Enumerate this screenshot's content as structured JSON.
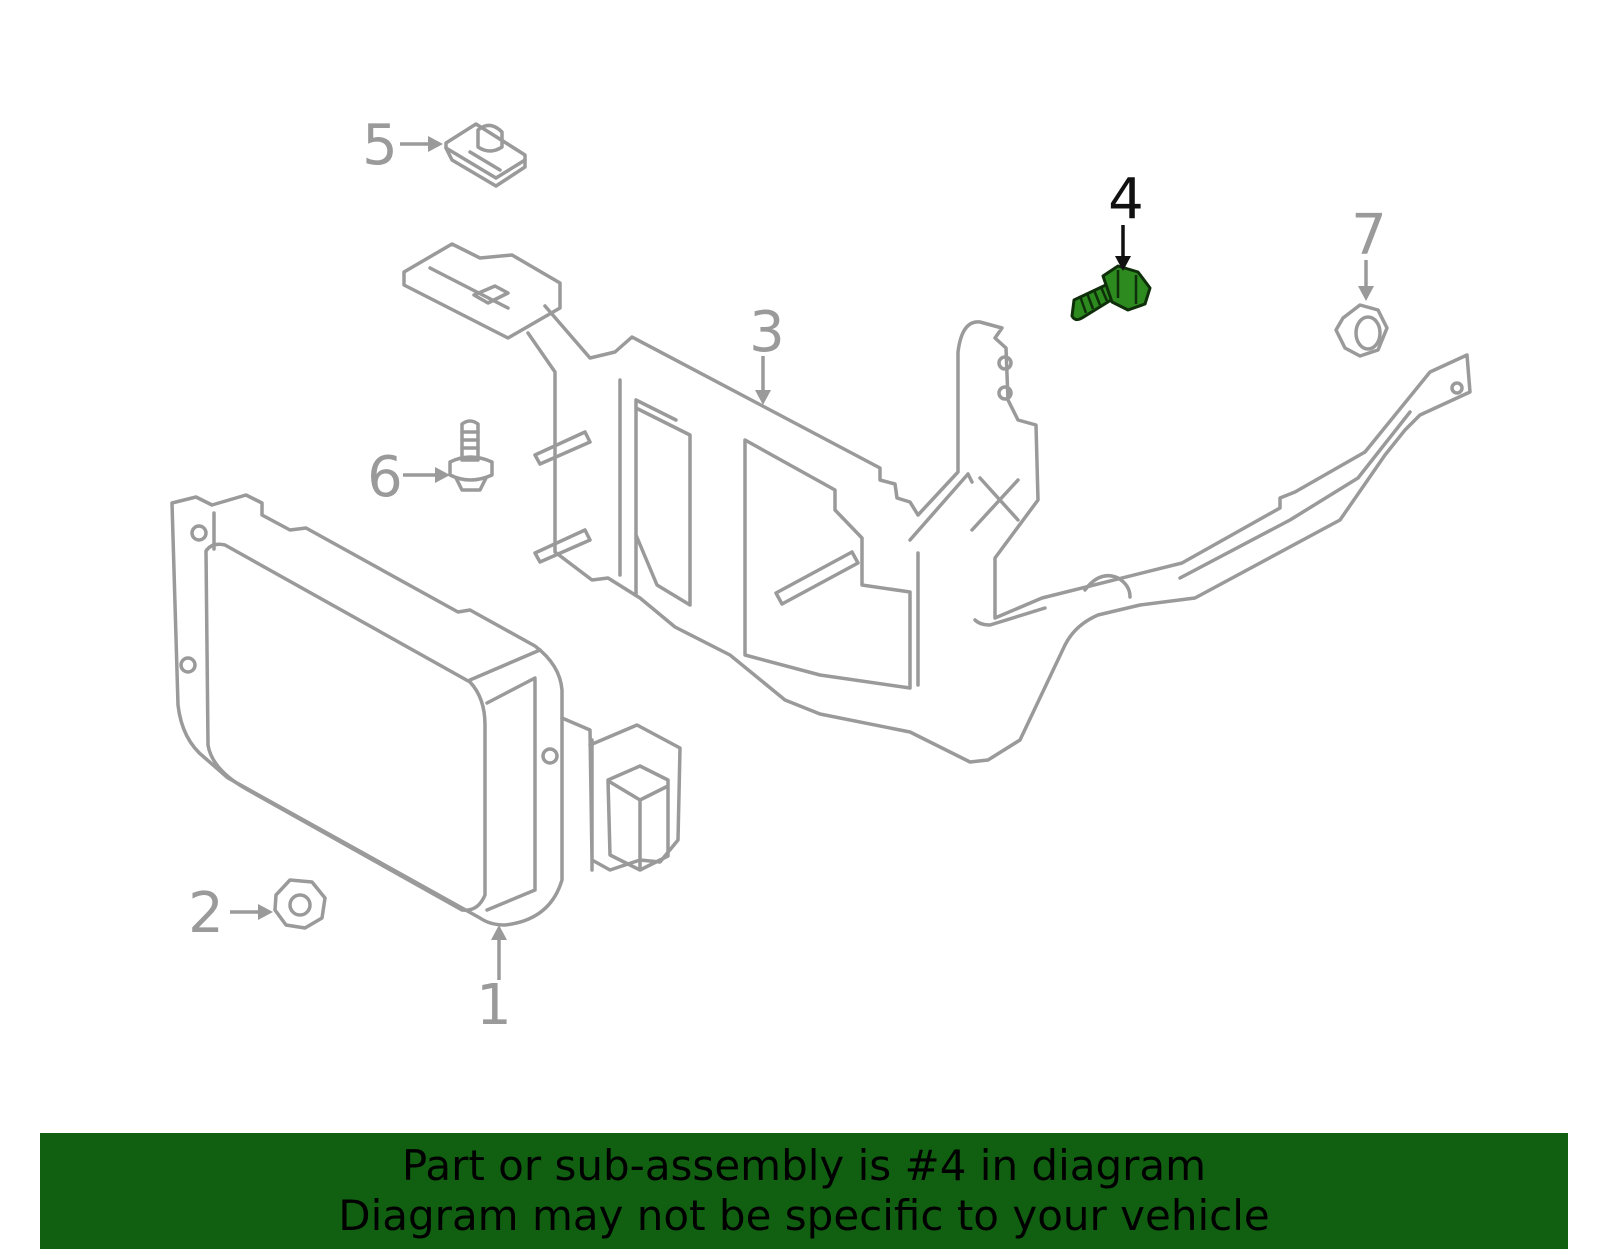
{
  "callouts": [
    {
      "id": "1",
      "label": "1",
      "highlighted": false
    },
    {
      "id": "2",
      "label": "2",
      "highlighted": false
    },
    {
      "id": "3",
      "label": "3",
      "highlighted": false
    },
    {
      "id": "4",
      "label": "4",
      "highlighted": true
    },
    {
      "id": "5",
      "label": "5",
      "highlighted": false
    },
    {
      "id": "6",
      "label": "6",
      "highlighted": false
    },
    {
      "id": "7",
      "label": "7",
      "highlighted": false
    }
  ],
  "banner": {
    "line1": "Part or sub-assembly is #4 in diagram",
    "line2": "Diagram may not be specific to your vehicle"
  },
  "colors": {
    "banner_background": "#116011",
    "highlight_part": "#2c8a1f",
    "line_art": "#9a9a9a",
    "highlight_label": "#111111"
  }
}
